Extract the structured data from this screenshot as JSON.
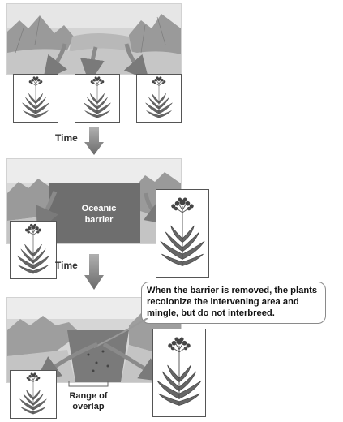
{
  "stages": [
    {
      "time_label": "Time"
    },
    {
      "ocean_label_line1": "Oceanic",
      "ocean_label_line2": "barrier",
      "time_label": "Time"
    },
    {
      "callout_text": "When the barrier is removed, the plants recolonize the intervening area and mingle, but do not interbreed.",
      "range_label_line1": "Range of",
      "range_label_line2": "overlap"
    }
  ],
  "colors": {
    "land": "#bdbdbd",
    "mountain": "#8e8e8e",
    "ocean": "#6e6e6e",
    "arrow": "#8a8a8a",
    "card_border": "#555555"
  },
  "icons": [
    "plant-icon",
    "mountain-icon",
    "down-arrow-icon",
    "curved-arrow-icon"
  ]
}
